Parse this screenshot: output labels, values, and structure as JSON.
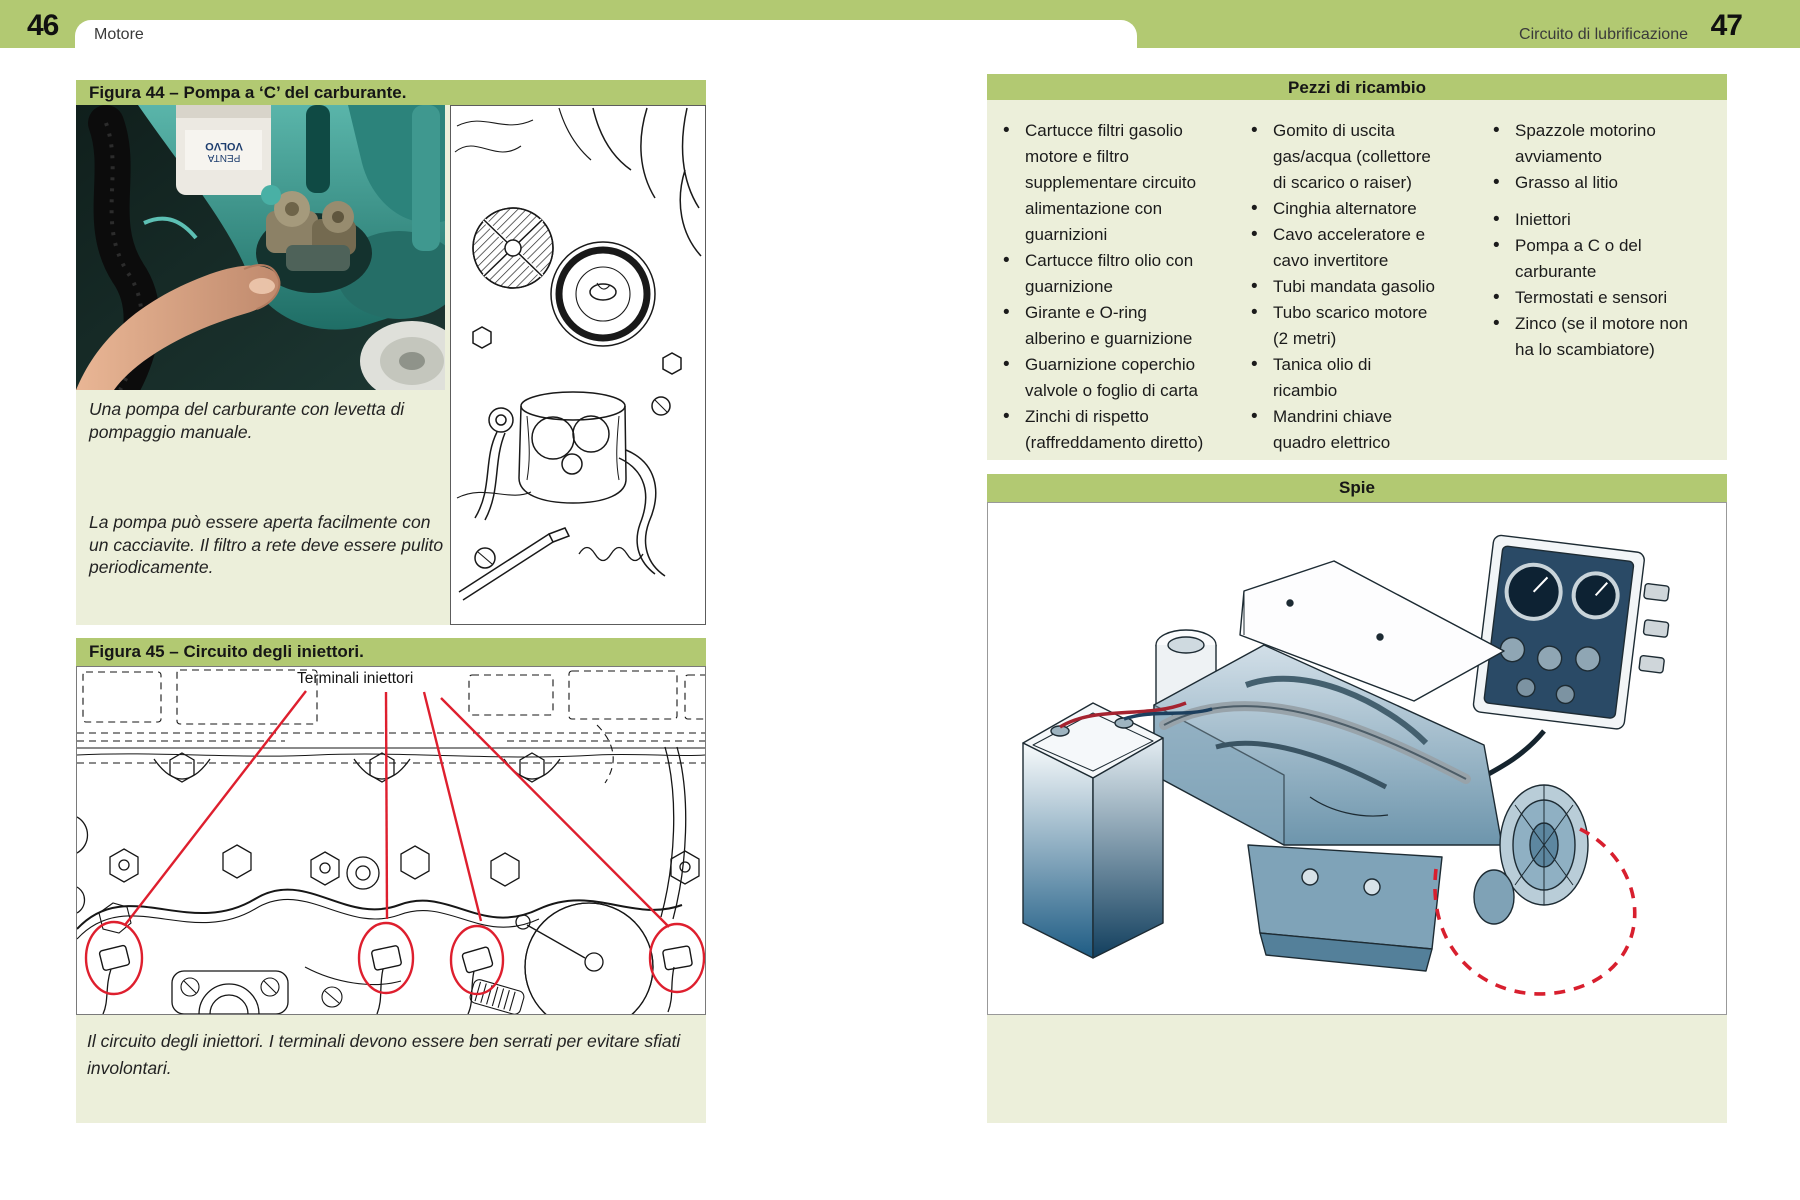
{
  "header": {
    "left_page_number": "46",
    "left_section_label": "Motore",
    "right_section_label": "Circuito di lubrificazione",
    "right_page_number": "47"
  },
  "figura44": {
    "title": "Figura 44 – Pompa a ‘C’ del carburante.",
    "caption_photo": "Una pompa del carburante con levetta di pompaggio manuale.",
    "caption_note": "La pompa può essere aperta facilmente con un cacciavite. Il filtro a rete deve essere pulito periodicamente."
  },
  "figura45": {
    "title": "Figura 45 – Circuito degli iniettori.",
    "label_terminali": "Terminali iniettori",
    "caption": "Il circuito degli iniettori. I terminali devono essere ben serrati per evitare sfiati involontari."
  },
  "pezzi_di_ricambio": {
    "title": "Pezzi di ricambio",
    "columns": [
      {
        "items": [
          "Cartucce filtri gasolio motore e filtro supplementare circuito alimentazione con guarnizioni",
          "Cartucce filtro olio con guarnizione",
          "Girante e O-ring alberino e guarnizione",
          "Guarnizione coperchio valvole o foglio di carta",
          "Zinchi di rispetto (raffreddamento diretto)"
        ]
      },
      {
        "items": [
          "Gomito di uscita gas/acqua (collettore di scarico o raiser)",
          "Cinghia alternatore",
          "Cavo acceleratore e cavo invertitore",
          "Tubi mandata gasolio",
          "Tubo scarico motore (2 metri)",
          "Tanica olio di ricambio",
          "Mandrini chiave quadro elettrico"
        ]
      },
      {
        "items": [
          "Spazzole motorino avviamento",
          "Grasso al litio",
          "Iniettori",
          "Pompa a C o del carburante",
          "Termostati e sensori",
          "Zinco (se il motore non ha lo scambiatore)"
        ]
      }
    ]
  },
  "spie": {
    "title": "Spie"
  },
  "colors": {
    "band_green": "#b2c972",
    "panel_green": "#ecefda",
    "annotation_red": "#de1f2e",
    "text": "#1a1a1a"
  }
}
